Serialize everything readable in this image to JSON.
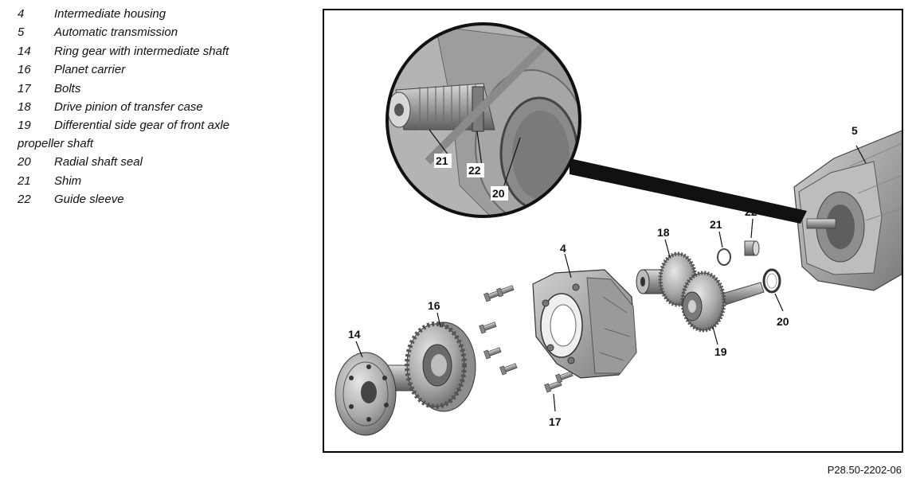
{
  "legend": [
    {
      "num": "4",
      "text": "Intermediate housing"
    },
    {
      "num": "5",
      "text": "Automatic transmission"
    },
    {
      "num": "14",
      "text": "Ring gear with intermediate shaft"
    },
    {
      "num": "16",
      "text": "Planet carrier"
    },
    {
      "num": "17",
      "text": "Bolts"
    },
    {
      "num": "18",
      "text": "Drive pinion of transfer case"
    },
    {
      "num": "19",
      "text": "Differential side gear of front axle",
      "continuation": "propeller shaft"
    },
    {
      "num": "20",
      "text": "Radial shaft seal"
    },
    {
      "num": "21",
      "text": "Shim"
    },
    {
      "num": "22",
      "text": "Guide sleeve"
    }
  ],
  "figure": {
    "callouts": [
      "4",
      "5",
      "14",
      "16",
      "17",
      "18",
      "19",
      "20",
      "21",
      "22",
      "21",
      "22",
      "20"
    ],
    "reference": "P28.50-2202-06"
  }
}
